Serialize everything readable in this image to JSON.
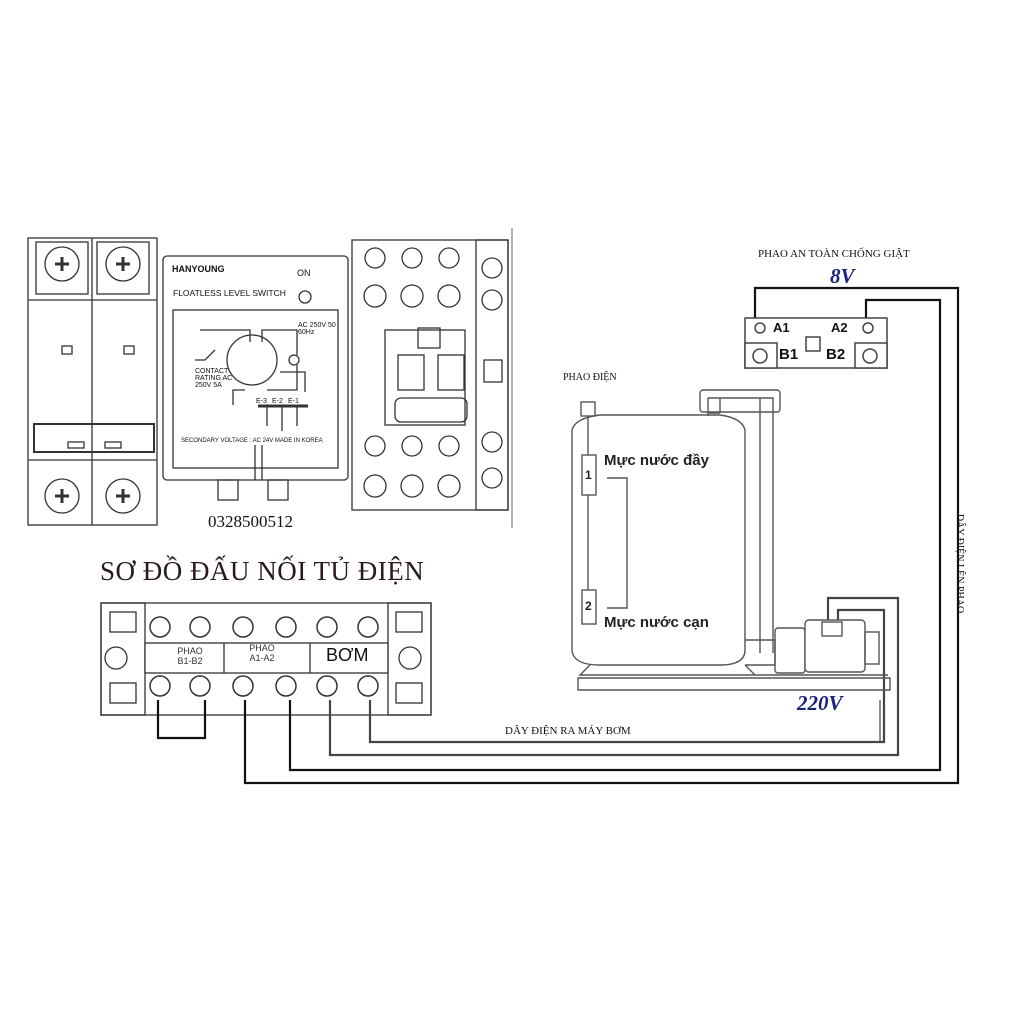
{
  "title": "SƠ ĐỒ ĐẤU NỐI TỦ ĐIỆN",
  "phone": "0328500512",
  "level_switch": {
    "brand": "HANYOUNG",
    "status_label": "ON",
    "name": "FLOATLESS LEVEL SWITCH",
    "supply": "AC 250V 50 60Hz",
    "contact_rating": "CONTACT RATING AC 250V 5A",
    "electrodes": [
      "E-3",
      "E-2",
      "E-1"
    ],
    "secondary": "SECONDARY VOLTAGE : AC 24V MADE IN KOREA"
  },
  "terminal_block": {
    "groups": [
      {
        "line1": "PHAO",
        "line2": "B1-B2"
      },
      {
        "line1": "PHAO",
        "line2": "A1-A2"
      },
      {
        "line1": "BƠM",
        "line2": ""
      }
    ]
  },
  "safety_float": {
    "label": "PHAO AN TOÀN CHỐNG GIẬT",
    "voltage": "8V",
    "terminals": [
      "A1",
      "A2",
      "B1",
      "B2"
    ]
  },
  "tank": {
    "float_label": "PHAO ĐIỆN",
    "level_full_num": "1",
    "level_full": "Mực nước đầy",
    "level_low_num": "2",
    "level_low": "Mực nước cạn"
  },
  "pump_voltage": "220V",
  "wire_pump_label": "DÂY ĐIỆN RA MÁY BƠM",
  "wire_float_label": "DÂY ĐIỆN LÊN PHAO"
}
